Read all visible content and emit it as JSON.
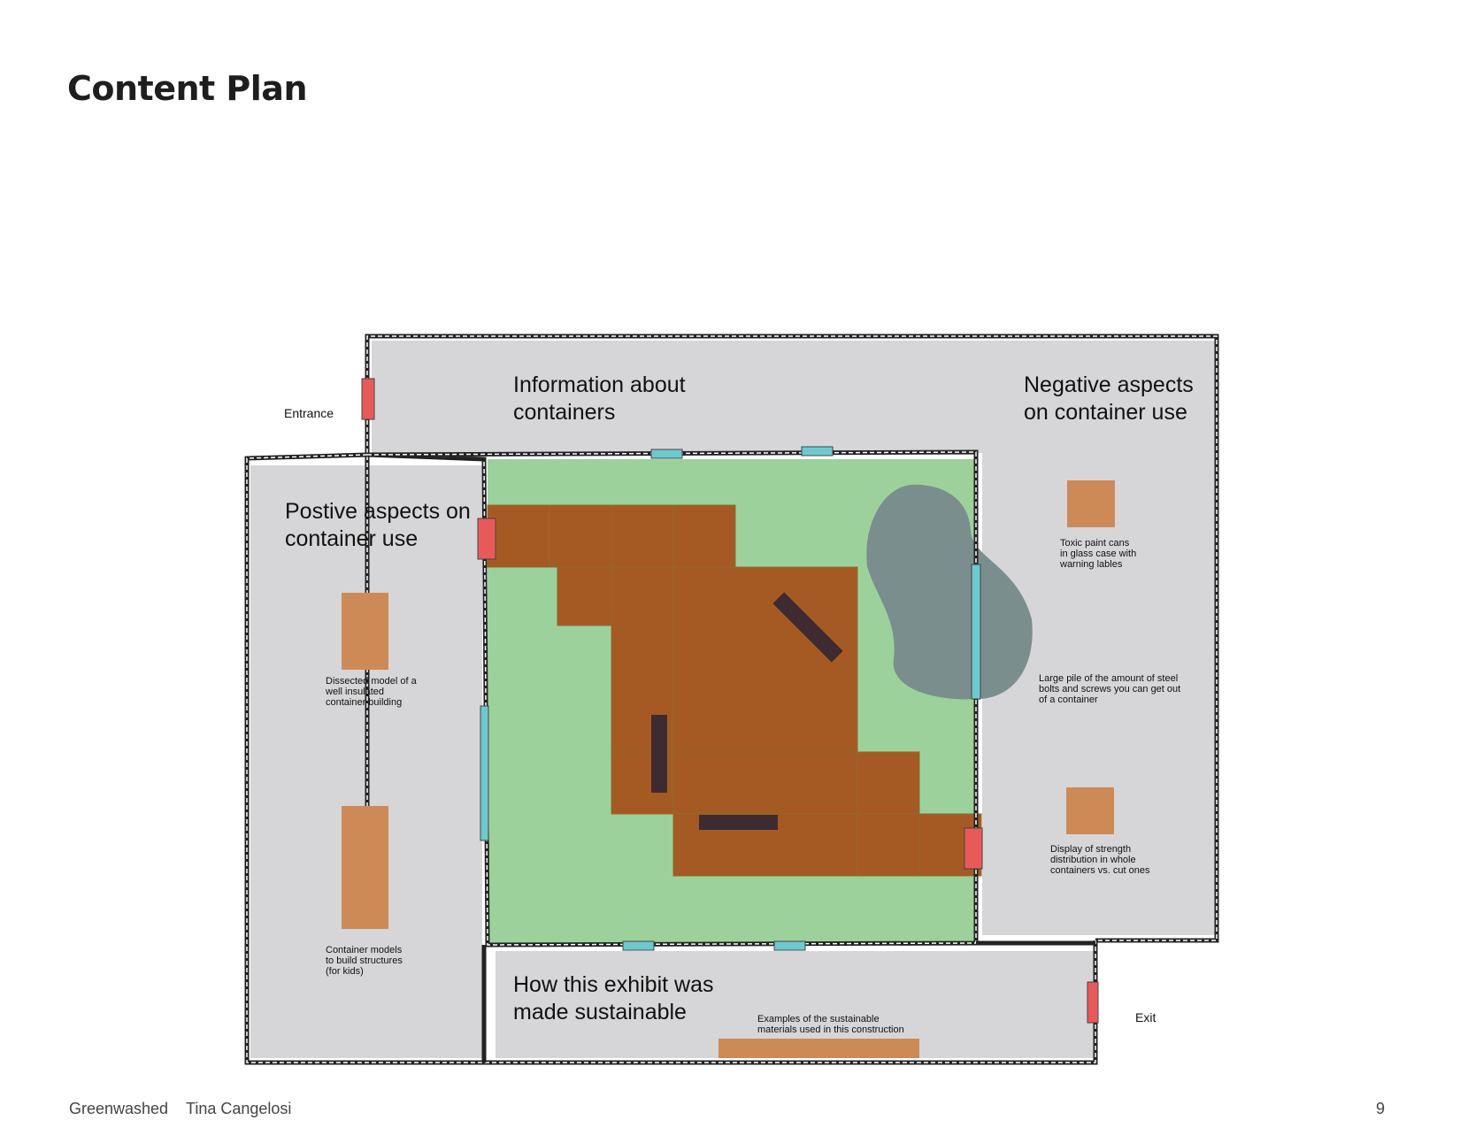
{
  "page": {
    "title": "Content Plan",
    "footer_left_1": "Greenwashed",
    "footer_left_2": "Tina Cangelosi",
    "page_number": "9"
  },
  "plan": {
    "entrance": "Entrance",
    "exit": "Exit",
    "top_room": {
      "line1": "Information about",
      "line2": "containers"
    },
    "right_room": {
      "line1": "Negative aspects",
      "line2": "on container use"
    },
    "left_room": {
      "line1": "Postive aspects on",
      "line2": "container use"
    },
    "bottom_room": {
      "line1": "How this exhibit was",
      "line2": "made sustainable"
    },
    "exhibits": {
      "dissected": [
        "Dissected model of a",
        "well insulated",
        "container building"
      ],
      "kids": [
        "Container models",
        "to build structures",
        "(for kids)"
      ],
      "paint": [
        "Toxic paint cans",
        "in glass case with",
        "warning lables"
      ],
      "bolts": [
        "Large pile of the amount of steel",
        "bolts and screws you can get out",
        "of a container"
      ],
      "strength": [
        "Display of strength",
        "distribution in whole",
        "containers vs. cut ones"
      ],
      "sustainable": [
        "Examples of the sustainable",
        "materials used in this construction"
      ]
    },
    "colors": {
      "room": "#d6d6d8",
      "courtyard": "#9dd19b",
      "container_blocks": "#a55a23",
      "exhibit": "#cd8a57",
      "door": "#e85a5a",
      "window": "#6ec9cf",
      "pond": "#7a8e8e"
    }
  }
}
